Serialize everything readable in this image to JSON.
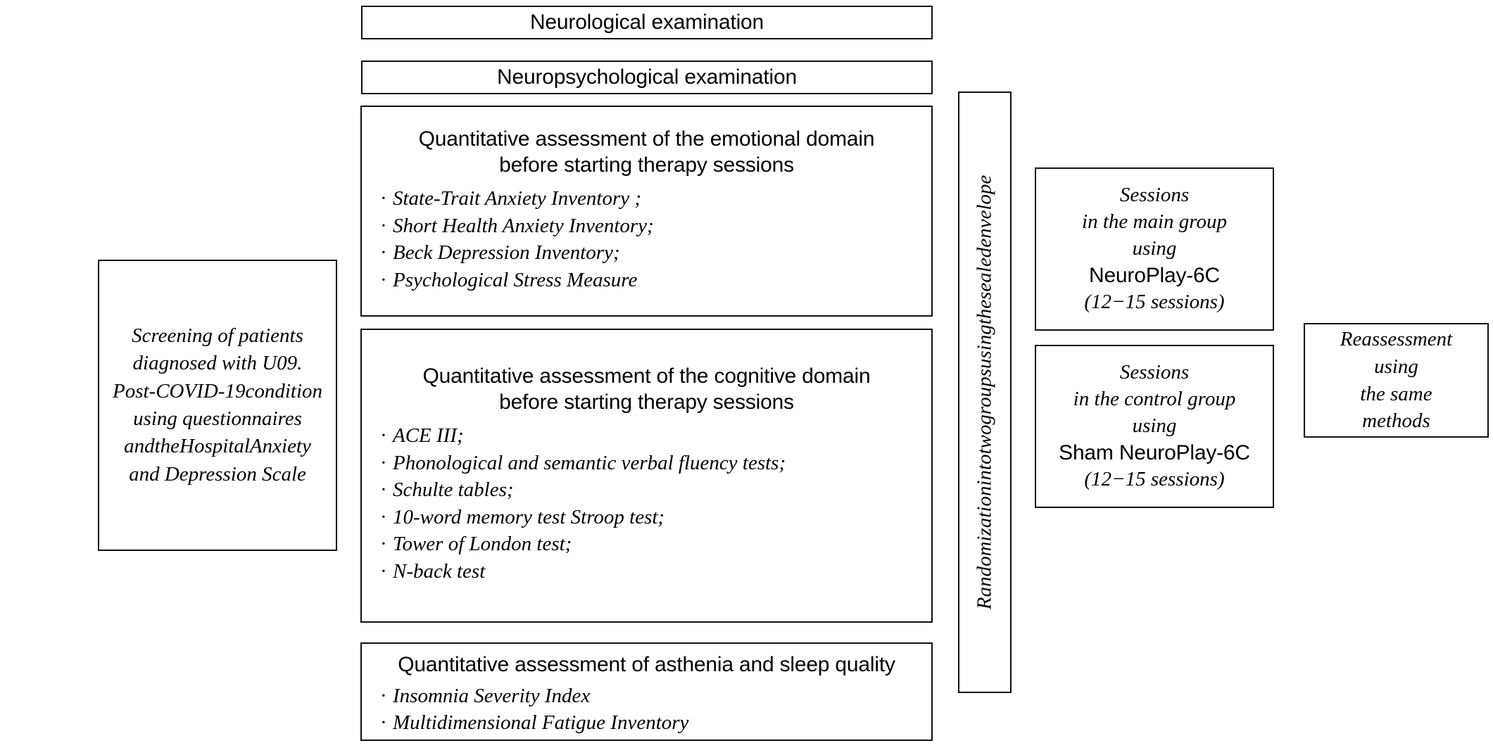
{
  "diagram": {
    "title": "Study design flowchart",
    "line_color": "#111111",
    "background": "#ffffff"
  },
  "screening": {
    "lines": [
      "Screening of patients",
      "diagnosed with U09.",
      "Post-COVID-19condition",
      "using questionnaires",
      "andtheHospitalAnxiety",
      "and Depression Scale"
    ]
  },
  "banners": [
    {
      "label": "Neurological examination"
    },
    {
      "label": "Neuropsychological examination"
    }
  ],
  "emotional": {
    "head_line1": "Quantitative assessment of the emotional domain",
    "head_line2": "before starting therapy sessions",
    "bullet": "·",
    "items": [
      "State-Trait Anxiety Inventory ;",
      "Short Health Anxiety Inventory;",
      "Beck Depression Inventory;",
      "Psychological Stress Measure"
    ]
  },
  "cognitive": {
    "head_line1": "Quantitative assessment of the cognitive domain",
    "head_line2": "before starting therapy sessions",
    "bullet": "·",
    "items": [
      "ACE III;",
      "Phonological and semantic verbal fluency tests;",
      "Schulte tables;",
      "10-word memory test Stroop test;",
      "Tower of London test;",
      "N-back test"
    ]
  },
  "asthenia": {
    "head_line1": "Quantitative assessment of asthenia and sleep quality",
    "bullet": "·",
    "items": [
      "Insomnia Severity Index",
      "Multidimensional Fatigue Inventory"
    ]
  },
  "randomization": {
    "label": "Randomizationintotwogroupsusingthesealedenvelope"
  },
  "main_group": {
    "line1": "Sessions",
    "line2": "in the main group",
    "line3": "using",
    "device": "NeuroPlay-6C",
    "line5": "(12−15 sessions)"
  },
  "control_group": {
    "line1": "Sessions",
    "line2": "in the control group",
    "line3": "using",
    "device": "Sham NeuroPlay-6C",
    "line5": "(12−15 sessions)"
  },
  "reassessment": {
    "lines": [
      "Reassessment",
      "using",
      "the same",
      "methods"
    ]
  }
}
